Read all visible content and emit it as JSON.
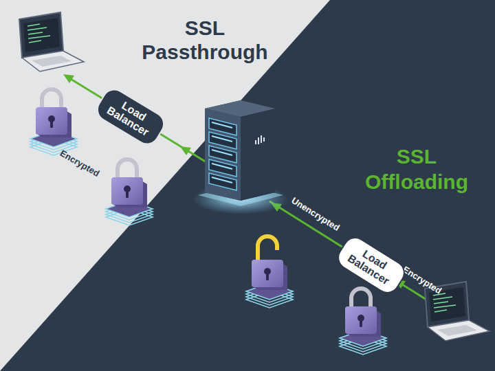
{
  "diagram": {
    "nodes": [
      {
        "text": [
          "Load Balancer"
        ]
      },
      {
        "text": [
          "Load Balancer"
        ]
      }
    ],
    "labels": [
      "SSL Passthrough",
      "SSL Offloading",
      "Encrypted",
      "Unencrypted",
      "Encrypted"
    ]
  }
}
